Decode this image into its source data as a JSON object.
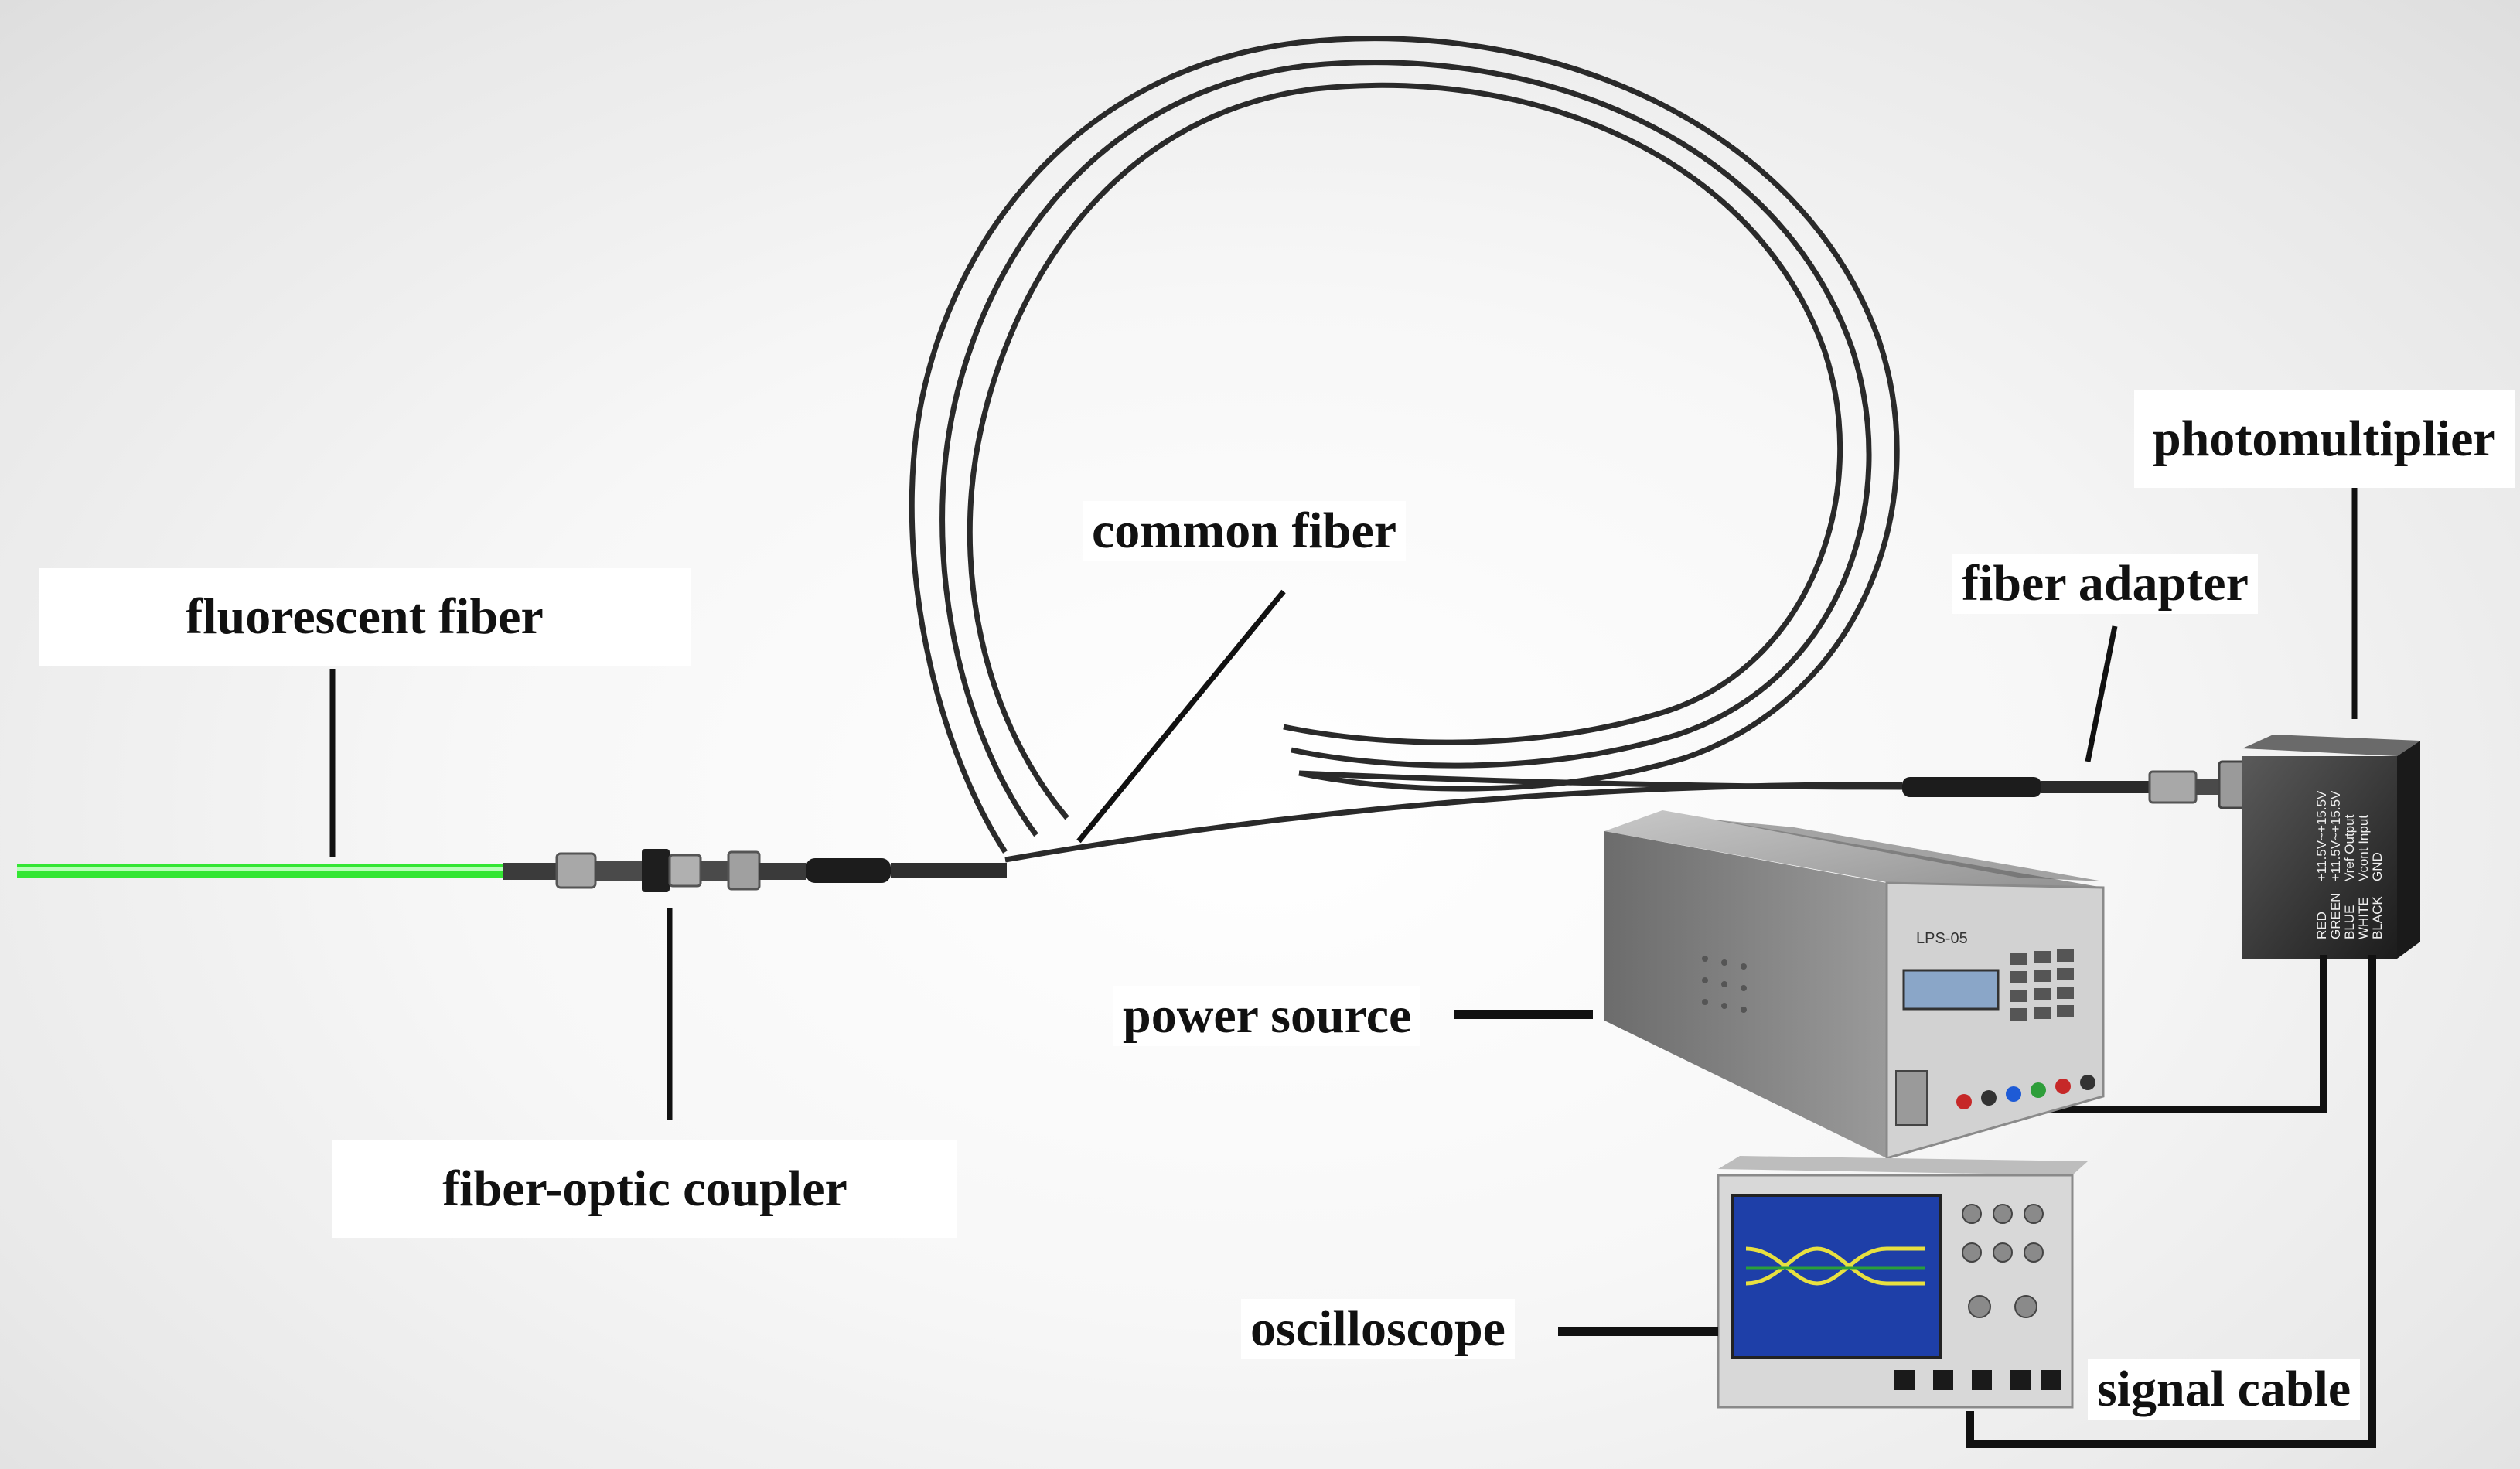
{
  "labels": {
    "fluorescent_fiber": "fluorescent fiber",
    "common_fiber": "common fiber",
    "photomultiplier": "photomultiplier",
    "fiber_adapter": "fiber adapter",
    "power_source": "power source",
    "fiber_optic_coupler": "fiber-optic coupler",
    "oscilloscope": "oscilloscope",
    "signal_cable": "signal cable"
  },
  "photomultiplier_wires": [
    "RED",
    "GREEN",
    "BLUE",
    "WHITE",
    "BLACK"
  ],
  "photomultiplier_pins": [
    "+11.5V~+15.5V",
    "+11.5V~+15.5V",
    "Vref Output",
    "Vcont Input",
    "GND"
  ],
  "power_source_brand": "LPS-05",
  "colors": {
    "fluorescent_fiber": "#33e633",
    "fiber": "#2a2a2a",
    "device_body": "#9a9a9a",
    "oscilloscope_screen": "#1e3fa8",
    "waveform": "#e8e040"
  }
}
